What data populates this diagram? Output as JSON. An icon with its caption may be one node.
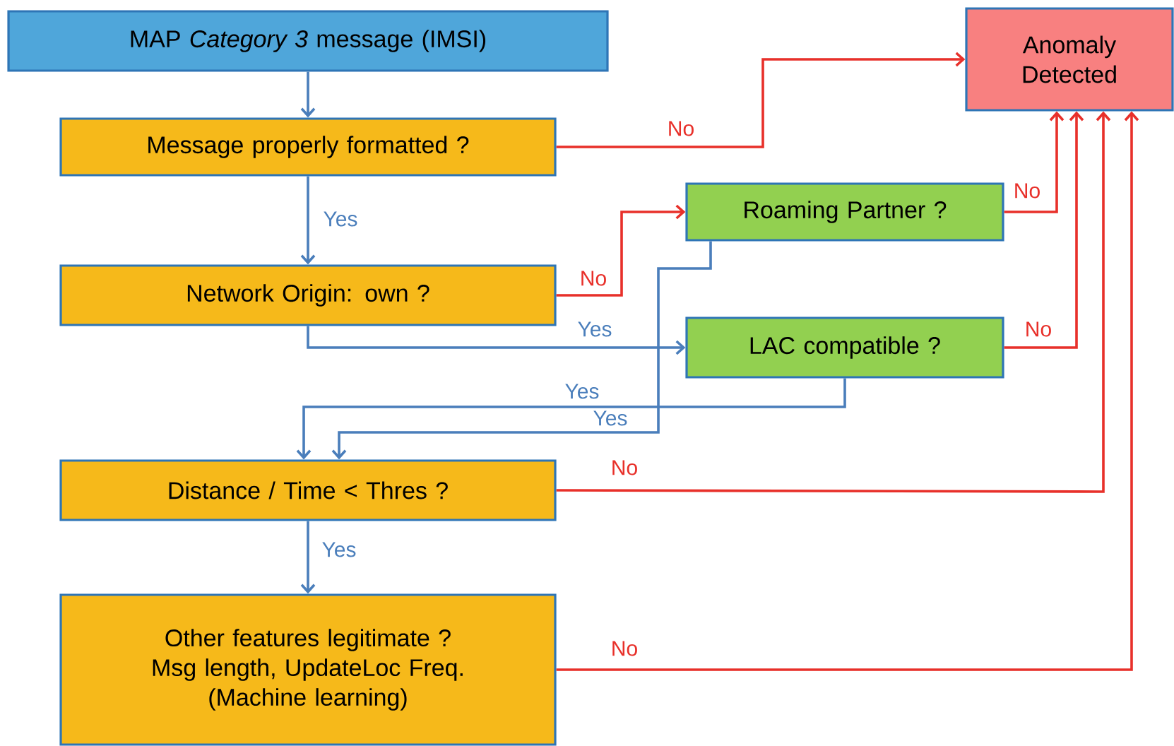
{
  "diagram": {
    "nodes": [
      {
        "text": [
          "MAP *Category 3* message (IMSI)"
        ]
      },
      {
        "text": [
          "Message properly formatted ?"
        ]
      },
      {
        "text": [
          "Network Origin: own ?"
        ]
      },
      {
        "text": [
          "Roaming Partner ?"
        ]
      },
      {
        "text": [
          "LAC compatible ?"
        ]
      },
      {
        "text": [
          "Distance / Time  <  Thres ?"
        ]
      },
      {
        "text": [
          "Other features legitimate ?",
          "Msg length, UpdateLoc Freq.",
          "(Machine learning)"
        ]
      },
      {
        "text": [
          "Anomaly Detected"
        ]
      }
    ],
    "edges": [
      {
        "from": 0,
        "to": 1,
        "arrow": "to"
      },
      {
        "from": 1,
        "to": 7,
        "arrow": "to",
        "label": "No",
        "color": "#e8302a"
      },
      {
        "from": 1,
        "to": 2,
        "arrow": "to",
        "label": "Yes"
      },
      {
        "from": 2,
        "to": 3,
        "arrow": "to",
        "label": "No",
        "color": "#e8302a"
      },
      {
        "from": 2,
        "to": 4,
        "arrow": "to",
        "label": "Yes"
      },
      {
        "from": 3,
        "to": 7,
        "arrow": "to",
        "label": "No",
        "color": "#e8302a"
      },
      {
        "from": 4,
        "to": 7,
        "arrow": "to",
        "label": "No",
        "color": "#e8302a"
      },
      {
        "from": 4,
        "to": 5,
        "arrow": "to",
        "label": "Yes"
      },
      {
        "from": 3,
        "to": 5,
        "arrow": "to",
        "label": "Yes"
      },
      {
        "from": 5,
        "to": 7,
        "arrow": "to",
        "label": "No",
        "color": "#e8302a"
      },
      {
        "from": 5,
        "to": 6,
        "arrow": "to",
        "label": "Yes"
      },
      {
        "from": 6,
        "to": 7,
        "arrow": "to",
        "label": "No",
        "color": "#e8302a"
      }
    ]
  }
}
